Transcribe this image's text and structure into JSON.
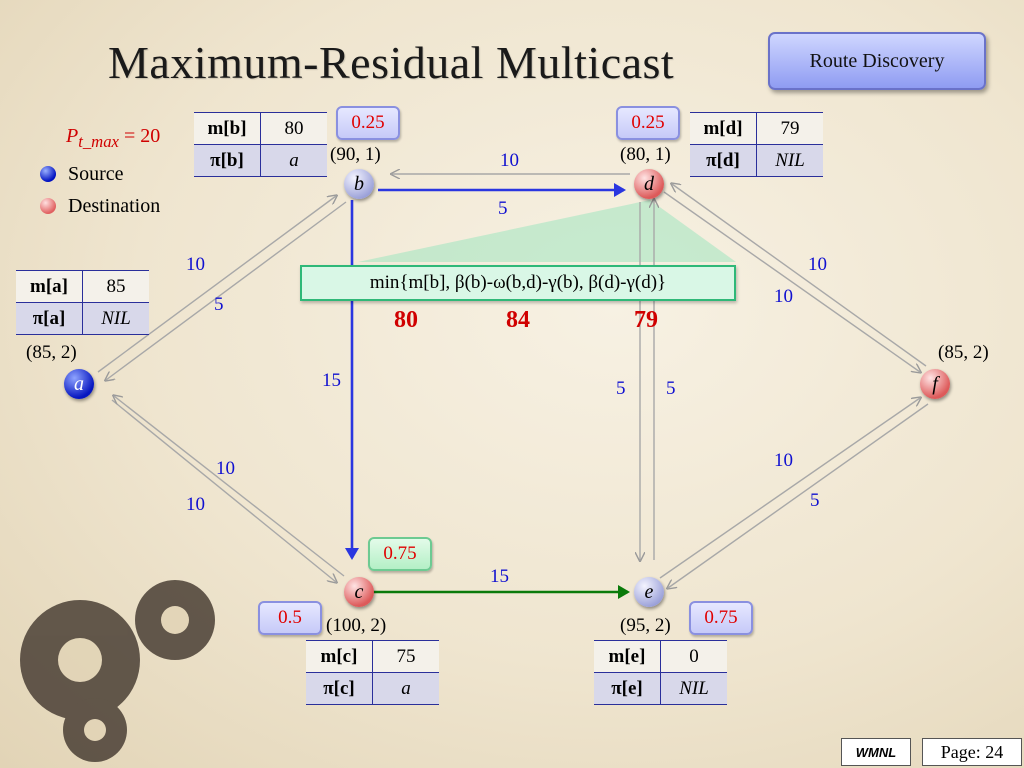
{
  "title": "Maximum-Residual Multicast",
  "route_button": "Route Discovery",
  "legend": {
    "ptmax_p": "P",
    "ptmax_sub": "t_max",
    "ptmax_rest": " = 20",
    "source": "Source",
    "destination": "Destination"
  },
  "nodes": {
    "a": {
      "label": "a",
      "coords": "(85, 2)",
      "m_label": "m[a]",
      "m_value": "85",
      "pi_label": "π[a]",
      "pi_value": "NIL"
    },
    "b": {
      "label": "b",
      "coords": "(90, 1)",
      "m_label": "m[b]",
      "m_value": "80",
      "pi_label": "π[b]",
      "pi_value": "a",
      "badge": "0.25"
    },
    "c": {
      "label": "c",
      "coords": "(100, 2)",
      "m_label": "m[c]",
      "m_value": "75",
      "pi_label": "π[c]",
      "pi_value": "a",
      "badge": "0.5",
      "badge2": "0.75"
    },
    "d": {
      "label": "d",
      "coords": "(80, 1)",
      "m_label": "m[d]",
      "m_value": "79",
      "pi_label": "π[d]",
      "pi_value": "NIL",
      "badge": "0.25"
    },
    "e": {
      "label": "e",
      "coords": "(95, 2)",
      "m_label": "m[e]",
      "m_value": "0",
      "pi_label": "π[e]",
      "pi_value": "NIL",
      "badge": "0.75"
    },
    "f": {
      "label": "f",
      "coords": "(85, 2)"
    }
  },
  "edge_weights": {
    "ab_1": "10",
    "ab_2": "5",
    "bd_1": "10",
    "bd_2": "5",
    "bc": "15",
    "ac_1": "10",
    "ac_2": "10",
    "df_1": "10",
    "df_2": "10",
    "de_1": "5",
    "de_2": "5",
    "ef_1": "10",
    "ef_2": "5",
    "ce": "15"
  },
  "formula": "min{m[b], β(b)-ω(b,d)-γ(b), β(d)-γ(d)}",
  "results": [
    "80",
    "84",
    "79"
  ],
  "footer": {
    "org": "WMNL",
    "page": "Page: 24"
  },
  "colors": {
    "highlight_edge": "#2a36e0",
    "green_edge": "#0a7a0a",
    "accent_red": "#d00000"
  }
}
